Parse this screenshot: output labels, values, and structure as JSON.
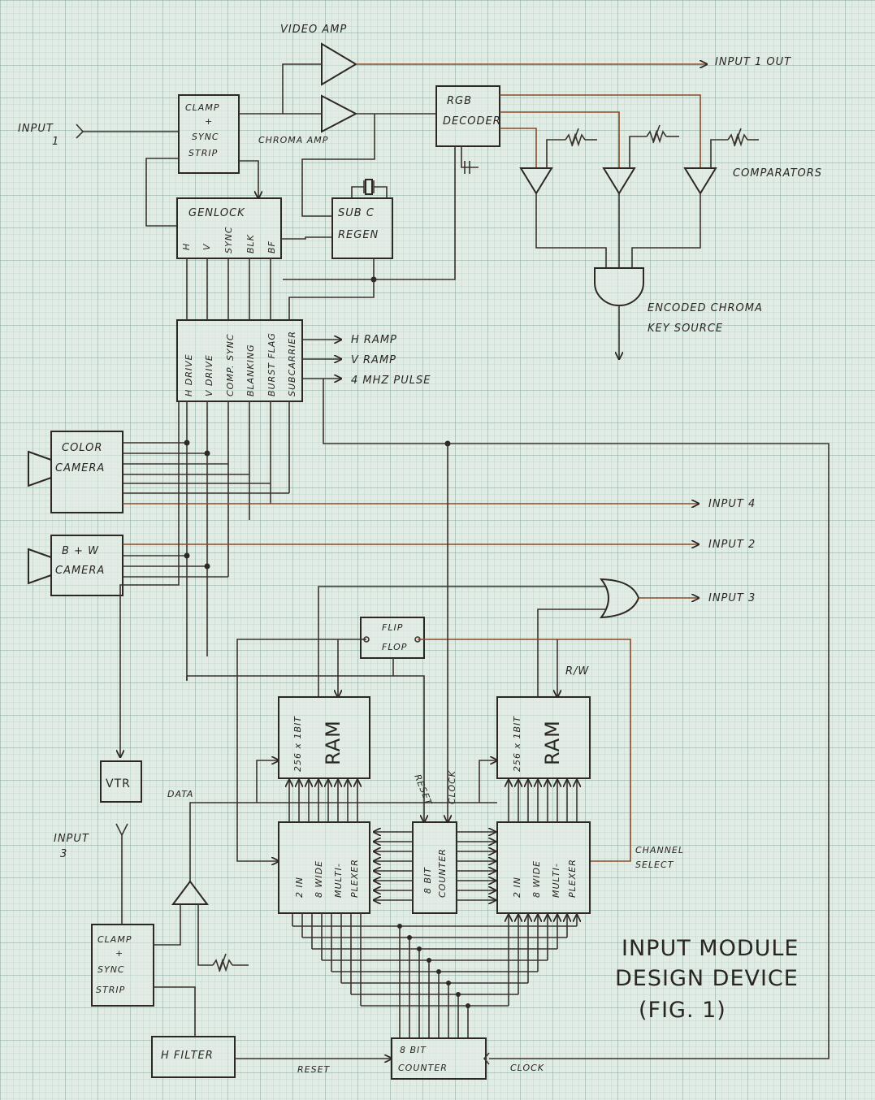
{
  "diagram": {
    "title": [
      "INPUT MODULE",
      "DESIGN DEVICE",
      "(FIG. 1)"
    ],
    "labels": {
      "video_amp": "VIDEO AMP",
      "input1_out": "INPUT 1 OUT",
      "input1": "INPUT",
      "input1_num": "1",
      "clamp1": [
        "CLAMP",
        "+",
        "SYNC",
        "STRIP"
      ],
      "chroma_amp": "CHROMA AMP",
      "rgb_decoder": [
        "RGB",
        "DECODER"
      ],
      "comparators": "COMPARATORS",
      "genlock": "GENLOCK",
      "genlock_outputs": [
        "H",
        "V",
        "SYNC",
        "BLK",
        "BF"
      ],
      "subc_regen": [
        "SUB C",
        "REGEN"
      ],
      "encoded_chroma": [
        "ENCODED CHROMA",
        "KEY SOURCE"
      ],
      "sync_gen_outputs": [
        "H DRIVE",
        "V DRIVE",
        "COMP. SYNC",
        "BLANKING",
        "BURST FLAG",
        "SUBCARRIER"
      ],
      "ramps": [
        "H RAMP",
        "V RAMP",
        "4 MHZ PULSE"
      ],
      "color_camera": [
        "COLOR",
        "CAMERA"
      ],
      "bw_camera": [
        "B + W",
        "CAMERA"
      ],
      "input4": "INPUT 4",
      "input2": "INPUT 2",
      "input3_out": "INPUT 3",
      "flip_flop": [
        "FLIP",
        "FLOP"
      ],
      "rw": "R/W",
      "ram": "RAM",
      "ram_size": "256 x 1BIT",
      "vtr": "VTR",
      "data": "DATA",
      "reset": "RESET",
      "clock": "CLOCK",
      "input3": "INPUT",
      "input3_num": "3",
      "mux": [
        "2 IN",
        "8 WIDE",
        "MULTI-",
        "PLEXER"
      ],
      "counter": [
        "8 BIT",
        "COUNTER"
      ],
      "channel_select": [
        "CHANNEL",
        "SELECT"
      ],
      "clamp3": [
        "CLAMP",
        "+",
        "SYNC",
        "STRIP"
      ],
      "h_filter": "H FILTER"
    }
  }
}
